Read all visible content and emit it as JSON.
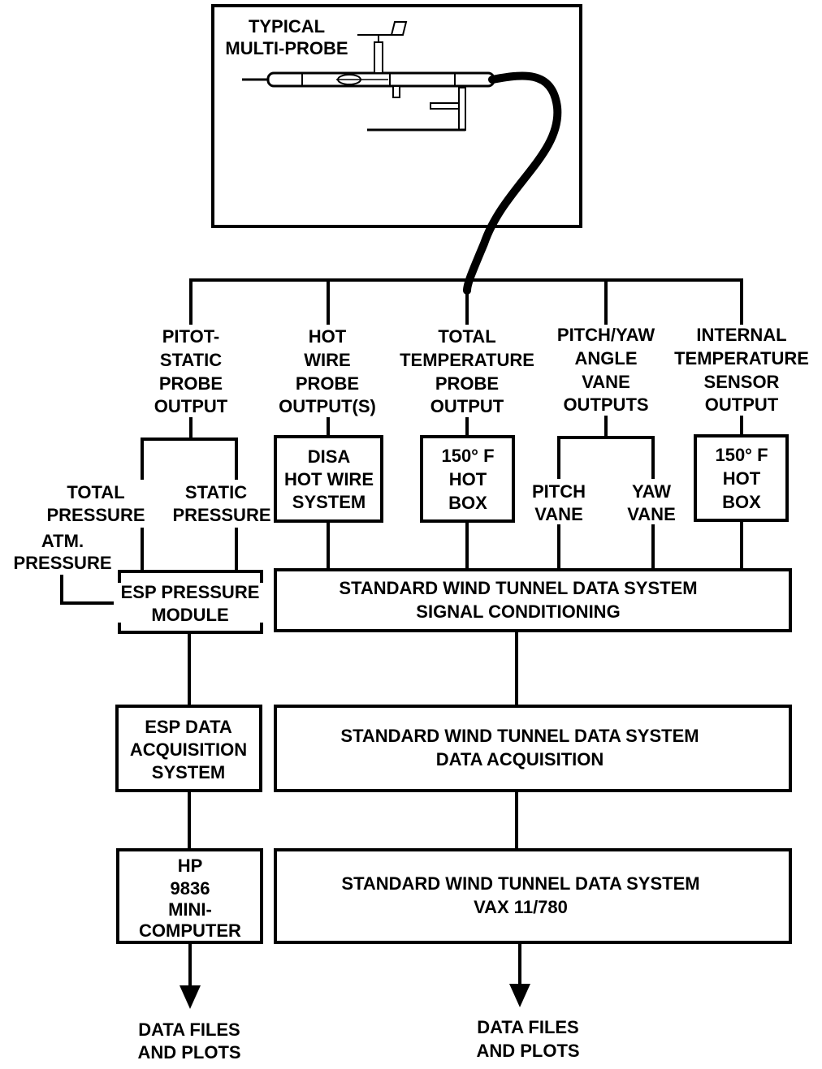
{
  "probe": {
    "title_line1": "TYPICAL",
    "title_line2": "MULTI-PROBE"
  },
  "outputs": {
    "pitot": [
      "PITOT-",
      "STATIC",
      "PROBE",
      "OUTPUT"
    ],
    "hotwire": [
      "HOT",
      "WIRE",
      "PROBE",
      "OUTPUT(S)"
    ],
    "total_temp": [
      "TOTAL",
      "TEMPERATURE",
      "PROBE",
      "OUTPUT"
    ],
    "pitch_yaw": [
      "PITCH/YAW",
      "ANGLE",
      "VANE",
      "OUTPUTS"
    ],
    "internal_temp": [
      "INTERNAL",
      "TEMPERATURE",
      "SENSOR",
      "OUTPUT"
    ]
  },
  "pressures": {
    "total": [
      "TOTAL",
      "PRESSURE"
    ],
    "static": [
      "STATIC",
      "PRESSURE"
    ],
    "atm": [
      "ATM.",
      "PRESSURE"
    ]
  },
  "vanes": {
    "pitch": [
      "PITCH",
      "VANE"
    ],
    "yaw": [
      "YAW",
      "VANE"
    ]
  },
  "boxes": {
    "disa": [
      "DISA",
      "HOT WIRE",
      "SYSTEM"
    ],
    "hotbox1": [
      "150° F",
      "HOT",
      "BOX"
    ],
    "hotbox2": [
      "150° F",
      "HOT",
      "BOX"
    ],
    "esp_module": [
      "ESP PRESSURE",
      "MODULE"
    ],
    "signal_conditioning": [
      "STANDARD WIND TUNNEL DATA SYSTEM",
      "SIGNAL CONDITIONING"
    ],
    "esp_daq": [
      "ESP DATA",
      "ACQUISITION",
      "SYSTEM"
    ],
    "data_acquisition": [
      "STANDARD WIND TUNNEL DATA SYSTEM",
      "DATA ACQUISITION"
    ],
    "hp": [
      "HP",
      "9836",
      "MINI-",
      "COMPUTER"
    ],
    "vax": [
      "STANDARD WIND TUNNEL DATA SYSTEM",
      "VAX 11/780"
    ]
  },
  "results": {
    "left": [
      "DATA FILES",
      "AND PLOTS"
    ],
    "right": [
      "DATA FILES",
      "AND PLOTS"
    ]
  }
}
